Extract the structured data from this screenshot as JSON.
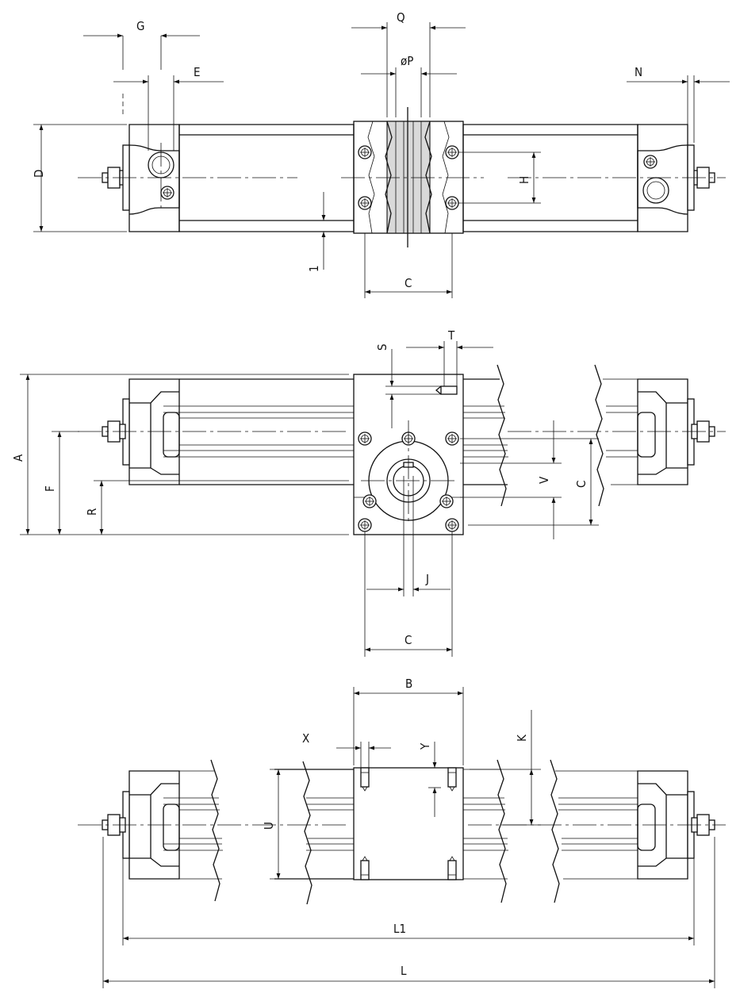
{
  "dimensions": {
    "top": {
      "G": "G",
      "E": "E",
      "Q": "Q",
      "P": "øP",
      "N": "N",
      "D": "D",
      "H": "H",
      "one": "1",
      "C": "C"
    },
    "middle": {
      "S": "S",
      "T": "T",
      "A": "A",
      "F": "F",
      "R": "R",
      "V": "V",
      "C_side": "C",
      "J": "J",
      "C": "C"
    },
    "bottom": {
      "B": "B",
      "X": "X",
      "Y": "Y",
      "K": "K",
      "U": "U",
      "L1": "L1",
      "L": "L"
    }
  }
}
